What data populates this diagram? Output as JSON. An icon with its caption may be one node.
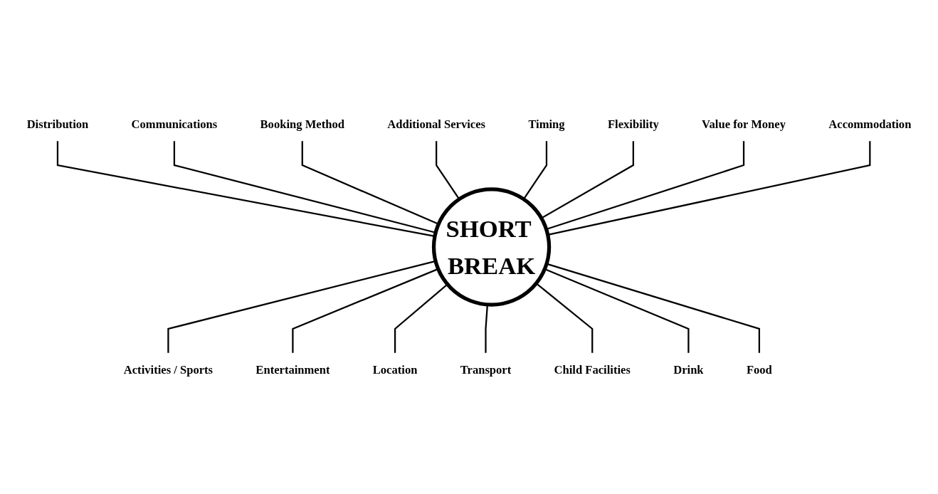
{
  "diagram": {
    "nodes": [
      {
        "text": [
          "SHORT BREAK"
        ]
      },
      {
        "text": [
          "Distribution"
        ]
      },
      {
        "text": [
          "Communications"
        ]
      },
      {
        "text": [
          "Booking Method"
        ]
      },
      {
        "text": [
          "Additional Services"
        ]
      },
      {
        "text": [
          "Timing"
        ]
      },
      {
        "text": [
          "Flexibility"
        ]
      },
      {
        "text": [
          "Value for Money"
        ]
      },
      {
        "text": [
          "Accommodation"
        ]
      },
      {
        "text": [
          "Food"
        ]
      },
      {
        "text": [
          "Drink"
        ]
      },
      {
        "text": [
          "Child Facilities"
        ]
      },
      {
        "text": [
          "Transport"
        ]
      },
      {
        "text": [
          "Location"
        ]
      },
      {
        "text": [
          "Entertainment"
        ]
      },
      {
        "text": [
          "Activities / Sports"
        ]
      }
    ],
    "edges": [
      {
        "from": 1,
        "to": 0,
        "arrow": "none"
      },
      {
        "from": 2,
        "to": 0,
        "arrow": "none"
      },
      {
        "from": 3,
        "to": 0,
        "arrow": "none"
      },
      {
        "from": 4,
        "to": 0,
        "arrow": "none"
      },
      {
        "from": 5,
        "to": 0,
        "arrow": "none"
      },
      {
        "from": 6,
        "to": 0,
        "arrow": "none"
      },
      {
        "from": 7,
        "to": 0,
        "arrow": "none"
      },
      {
        "from": 8,
        "to": 0,
        "arrow": "none"
      },
      {
        "from": 0,
        "to": 15,
        "arrow": "none"
      },
      {
        "from": 0,
        "to": 14,
        "arrow": "none"
      },
      {
        "from": 0,
        "to": 13,
        "arrow": "none"
      },
      {
        "from": 0,
        "to": 12,
        "arrow": "none"
      },
      {
        "from": 0,
        "to": 11,
        "arrow": "none"
      },
      {
        "from": 0,
        "to": 10,
        "arrow": "none"
      },
      {
        "from": 0,
        "to": 9,
        "arrow": "none"
      }
    ]
  }
}
